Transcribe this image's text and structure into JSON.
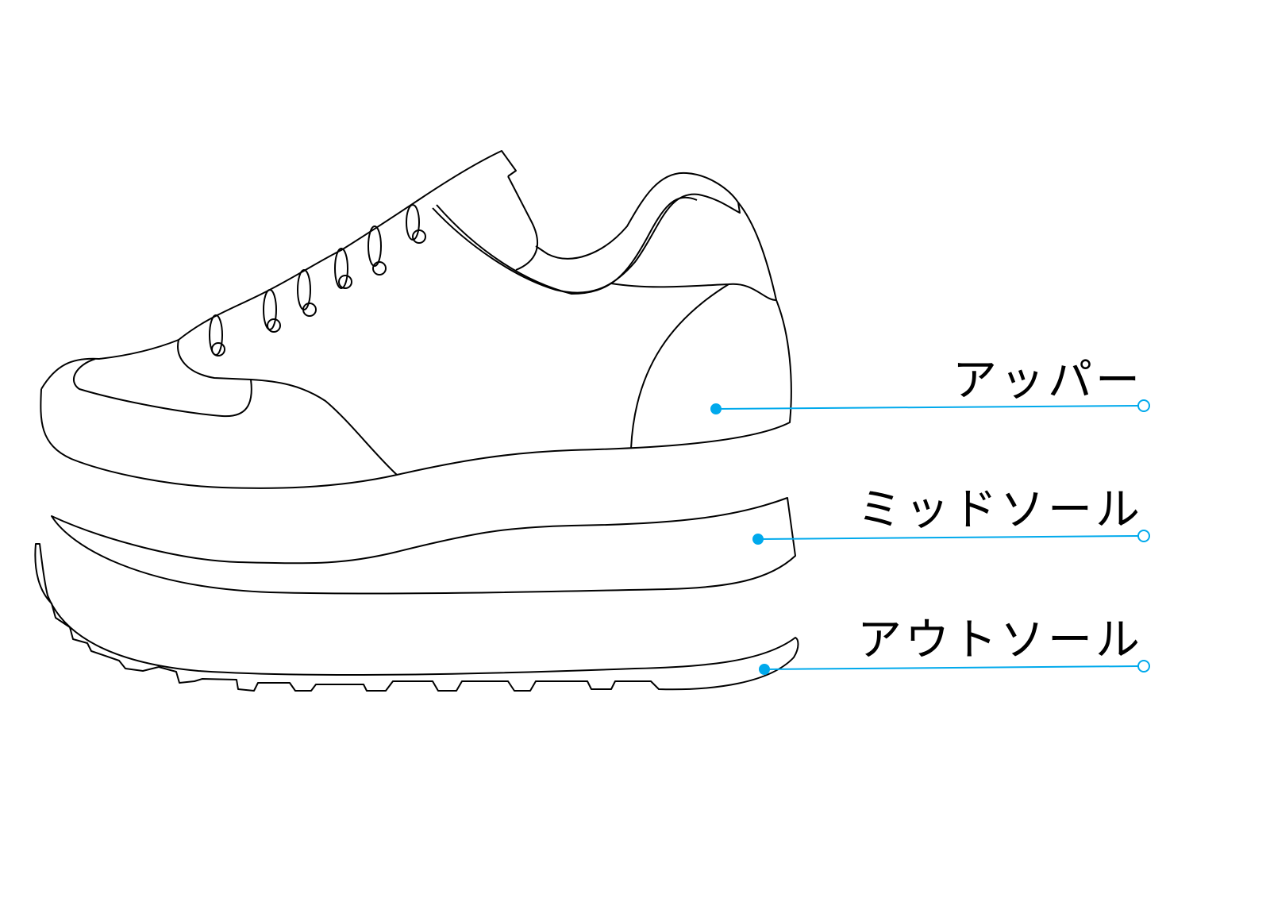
{
  "colors": {
    "accent": "#00a9ec",
    "stroke": "#000000"
  },
  "labels": [
    {
      "id": "upper",
      "text": "アッパー"
    },
    {
      "id": "midsole",
      "text": "ミッドソール"
    },
    {
      "id": "outsole",
      "text": "アウトソール"
    }
  ]
}
